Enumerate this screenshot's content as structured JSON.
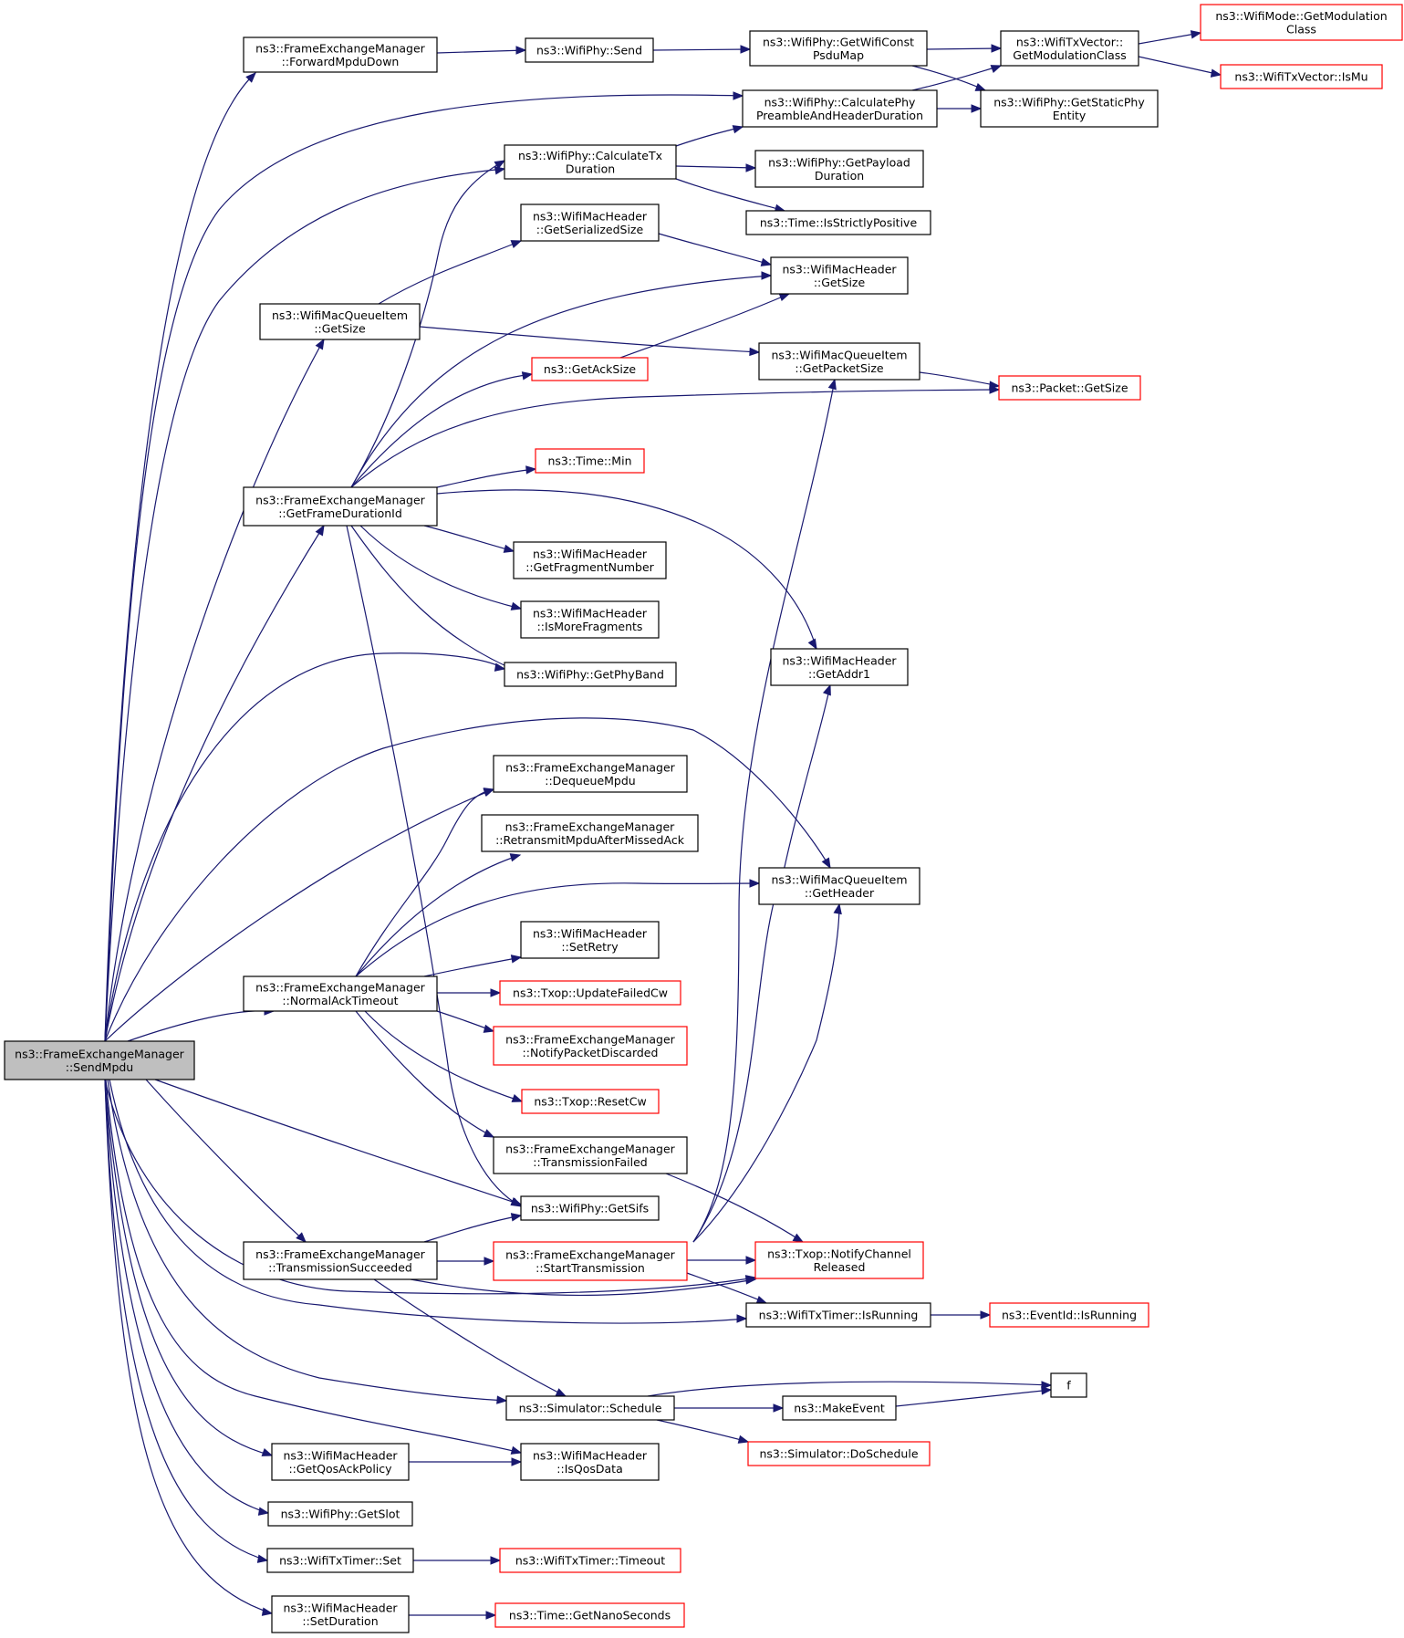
{
  "colors": {
    "edge": "#191970",
    "node_border": "#000000",
    "node_border_unexpanded": "#ff0000",
    "root_fill": "#bfbfbf",
    "node_fill": "#ffffff"
  },
  "nodes": [
    {
      "id": "sendmpdu",
      "lines": [
        "ns3::FrameExchangeManager",
        "::SendMpdu"
      ],
      "style": "root"
    },
    {
      "id": "forwardmpdudown",
      "lines": [
        "ns3::FrameExchangeManager",
        "::ForwardMpduDown"
      ]
    },
    {
      "id": "wifiphysend",
      "lines": [
        "ns3::WifiPhy::Send"
      ]
    },
    {
      "id": "getwificonst",
      "lines": [
        "ns3::WifiPhy::GetWifiConst",
        "PsduMap"
      ]
    },
    {
      "id": "getmodulationclass",
      "lines": [
        "ns3::WifiTxVector::",
        "GetModulationClass"
      ]
    },
    {
      "id": "modegetmodulation",
      "lines": [
        "ns3::WifiMode::GetModulation",
        "Class"
      ],
      "style": "red"
    },
    {
      "id": "txvectorismu",
      "lines": [
        "ns3::WifiTxVector::IsMu"
      ],
      "style": "red"
    },
    {
      "id": "calcpreamble",
      "lines": [
        "ns3::WifiPhy::CalculatePhy",
        "PreambleAndHeaderDuration"
      ]
    },
    {
      "id": "getstaticphy",
      "lines": [
        "ns3::WifiPhy::GetStaticPhy",
        "Entity"
      ]
    },
    {
      "id": "calctxduration",
      "lines": [
        "ns3::WifiPhy::CalculateTx",
        "Duration"
      ]
    },
    {
      "id": "getpayloadduration",
      "lines": [
        "ns3::WifiPhy::GetPayload",
        "Duration"
      ]
    },
    {
      "id": "isstrictlypositive",
      "lines": [
        "ns3::Time::IsStrictlyPositive"
      ]
    },
    {
      "id": "getserializedsize",
      "lines": [
        "ns3::WifiMacHeader",
        "::GetSerializedSize"
      ]
    },
    {
      "id": "macheadergetsize",
      "lines": [
        "ns3::WifiMacHeader",
        "::GetSize"
      ]
    },
    {
      "id": "queueitemgetsize",
      "lines": [
        "ns3::WifiMacQueueItem",
        "::GetSize"
      ]
    },
    {
      "id": "getpacketsize",
      "lines": [
        "ns3::WifiMacQueueItem",
        "::GetPacketSize"
      ]
    },
    {
      "id": "getacksize",
      "lines": [
        "ns3::GetAckSize"
      ],
      "style": "red"
    },
    {
      "id": "packetgetsize",
      "lines": [
        "ns3::Packet::GetSize"
      ],
      "style": "red"
    },
    {
      "id": "timemin",
      "lines": [
        "ns3::Time::Min"
      ],
      "style": "red"
    },
    {
      "id": "getframedurationid",
      "lines": [
        "ns3::FrameExchangeManager",
        "::GetFrameDurationId"
      ]
    },
    {
      "id": "getfragmentnumber",
      "lines": [
        "ns3::WifiMacHeader",
        "::GetFragmentNumber"
      ]
    },
    {
      "id": "ismorefragments",
      "lines": [
        "ns3::WifiMacHeader",
        "::IsMoreFragments"
      ]
    },
    {
      "id": "getaddr1",
      "lines": [
        "ns3::WifiMacHeader",
        "::GetAddr1"
      ]
    },
    {
      "id": "getphyband",
      "lines": [
        "ns3::WifiPhy::GetPhyBand"
      ]
    },
    {
      "id": "dequeuempdu",
      "lines": [
        "ns3::FrameExchangeManager",
        "::DequeueMpdu"
      ]
    },
    {
      "id": "retransmit",
      "lines": [
        "ns3::FrameExchangeManager",
        "::RetransmitMpduAfterMissedAck"
      ]
    },
    {
      "id": "queueitemgetheader",
      "lines": [
        "ns3::WifiMacQueueItem",
        "::GetHeader"
      ]
    },
    {
      "id": "setretry",
      "lines": [
        "ns3::WifiMacHeader",
        "::SetRetry"
      ]
    },
    {
      "id": "normalacktimeout",
      "lines": [
        "ns3::FrameExchangeManager",
        "::NormalAckTimeout"
      ]
    },
    {
      "id": "updatefailedcw",
      "lines": [
        "ns3::Txop::UpdateFailedCw"
      ],
      "style": "red"
    },
    {
      "id": "notifypacketdiscarded",
      "lines": [
        "ns3::FrameExchangeManager",
        "::NotifyPacketDiscarded"
      ],
      "style": "red"
    },
    {
      "id": "resetcw",
      "lines": [
        "ns3::Txop::ResetCw"
      ],
      "style": "red"
    },
    {
      "id": "transmissionfailed",
      "lines": [
        "ns3::FrameExchangeManager",
        "::TransmissionFailed"
      ]
    },
    {
      "id": "getsifs",
      "lines": [
        "ns3::WifiPhy::GetSifs"
      ]
    },
    {
      "id": "transmissionsucceeded",
      "lines": [
        "ns3::FrameExchangeManager",
        "::TransmissionSucceeded"
      ]
    },
    {
      "id": "starttransmission",
      "lines": [
        "ns3::FrameExchangeManager",
        "::StartTransmission"
      ],
      "style": "red"
    },
    {
      "id": "notifychannelreleased",
      "lines": [
        "ns3::Txop::NotifyChannel",
        "Released"
      ],
      "style": "red"
    },
    {
      "id": "txtimerisrunning",
      "lines": [
        "ns3::WifiTxTimer::IsRunning"
      ]
    },
    {
      "id": "eventidisrunning",
      "lines": [
        "ns3::EventId::IsRunning"
      ],
      "style": "red"
    },
    {
      "id": "f",
      "lines": [
        "f"
      ]
    },
    {
      "id": "schedule",
      "lines": [
        "ns3::Simulator::Schedule"
      ]
    },
    {
      "id": "makeevent",
      "lines": [
        "ns3::MakeEvent"
      ]
    },
    {
      "id": "doschedule",
      "lines": [
        "ns3::Simulator::DoSchedule"
      ],
      "style": "red"
    },
    {
      "id": "getqosackpolicy",
      "lines": [
        "ns3::WifiMacHeader",
        "::GetQosAckPolicy"
      ]
    },
    {
      "id": "isqosdata",
      "lines": [
        "ns3::WifiMacHeader",
        "::IsQosData"
      ]
    },
    {
      "id": "getslot",
      "lines": [
        "ns3::WifiPhy::GetSlot"
      ]
    },
    {
      "id": "txtimerset",
      "lines": [
        "ns3::WifiTxTimer::Set"
      ]
    },
    {
      "id": "txtimertimeout",
      "lines": [
        "ns3::WifiTxTimer::Timeout"
      ],
      "style": "red"
    },
    {
      "id": "setduration",
      "lines": [
        "ns3::WifiMacHeader",
        "::SetDuration"
      ]
    },
    {
      "id": "getnanoseconds",
      "lines": [
        "ns3::Time::GetNanoSeconds"
      ],
      "style": "red"
    }
  ]
}
